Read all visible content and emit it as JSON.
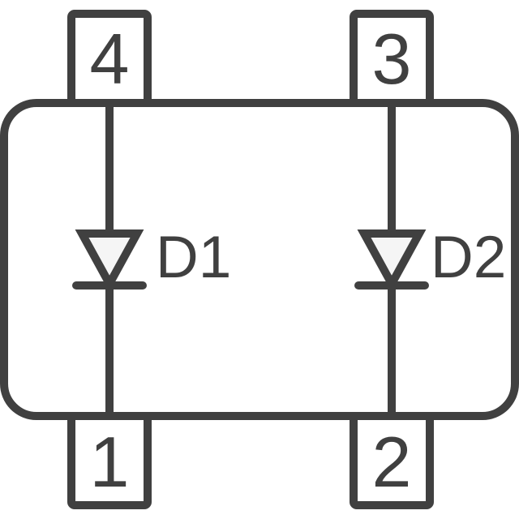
{
  "colors": {
    "stroke": "#404040",
    "background": "#ffffff",
    "diode_fill": "#f5f5f5"
  },
  "pins": [
    {
      "label": "4",
      "position": "top-left"
    },
    {
      "label": "3",
      "position": "top-right"
    },
    {
      "label": "1",
      "position": "bottom-left"
    },
    {
      "label": "2",
      "position": "bottom-right"
    }
  ],
  "diodes": [
    {
      "label": "D1",
      "symbol": "diode-cathode-down",
      "top_pin": "4",
      "bottom_pin": "1"
    },
    {
      "label": "D2",
      "symbol": "diode-cathode-down",
      "top_pin": "3",
      "bottom_pin": "2"
    }
  ]
}
